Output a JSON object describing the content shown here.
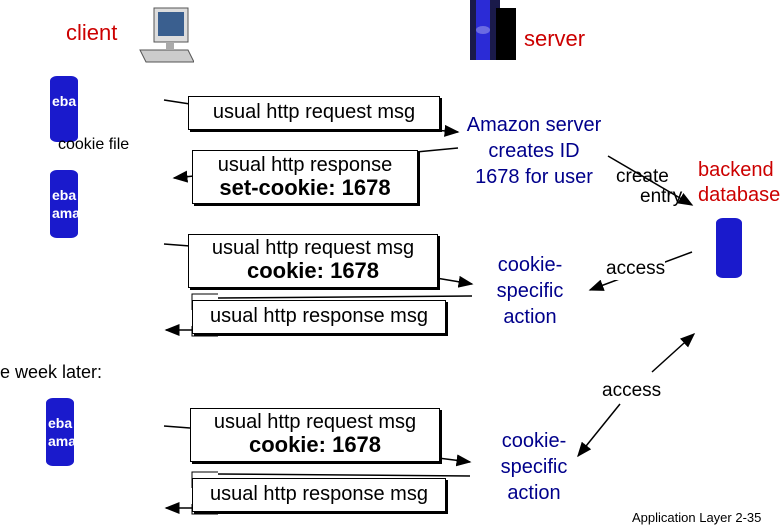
{
  "labels": {
    "client": "client",
    "server": "server",
    "cookie_file": "cookie file",
    "backend": "backend",
    "database": "database",
    "amazon_server_lines": [
      "Amazon server",
      "creates ID",
      "1678 for user"
    ],
    "create": "create",
    "entry": "entry",
    "one_week_later": "e week later:",
    "access_1": "access",
    "access_2": "access",
    "cookie_specific_1": [
      "cookie-",
      "specific",
      "action"
    ],
    "cookie_specific_2": [
      "cookie-",
      "specific",
      "action"
    ],
    "footer": "Application Layer 2-35"
  },
  "messages": {
    "msg1": "usual http request msg",
    "msg2_line1": "usual http response",
    "msg2_line2": "set-cookie: 1678",
    "msg3_line1": "usual http request msg",
    "msg3_line2": "cookie: 1678",
    "msg4": "usual http response msg",
    "msg5_line1": "usual http request msg",
    "msg5_line2": "cookie: 1678",
    "msg6": "usual http response msg"
  },
  "cookie_stores": {
    "store1": [
      "eba"
    ],
    "store2": [
      "eba",
      "ama"
    ],
    "store3": [
      "eba",
      "ama"
    ]
  },
  "icons": {
    "client": "computer-icon",
    "server": "server-tower-icon",
    "database": "database-icon",
    "cookie_store": "cookie-file-cylinder-icon"
  },
  "colors": {
    "role_label": "#cc0000",
    "server_text": "#00008b",
    "cylinder": "#1a1acc"
  }
}
